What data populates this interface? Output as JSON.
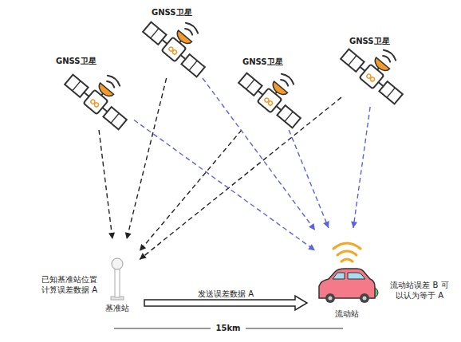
{
  "diagram": {
    "nodes": [
      {
        "text": [
          "GNSS卫星"
        ]
      },
      {
        "text": [
          "GNSS卫星"
        ]
      },
      {
        "text": [
          "GNSS卫星"
        ]
      },
      {
        "text": [
          "GNSS卫星"
        ]
      },
      {
        "text": [
          "基准站"
        ]
      },
      {
        "text": [
          "流动站"
        ]
      }
    ],
    "edges": [
      {
        "from": 0,
        "to": 4,
        "arrow": "to"
      },
      {
        "from": 1,
        "to": 4,
        "arrow": "to"
      },
      {
        "from": 2,
        "to": 4,
        "arrow": "to"
      },
      {
        "from": 3,
        "to": 4,
        "arrow": "to"
      },
      {
        "from": 0,
        "to": 5,
        "arrow": "to"
      },
      {
        "from": 1,
        "to": 5,
        "arrow": "to"
      },
      {
        "from": 2,
        "to": 5,
        "arrow": "to"
      },
      {
        "from": 3,
        "to": 5,
        "arrow": "to"
      },
      {
        "from": 4,
        "to": 5,
        "label": "发送误差数据 A",
        "arrow": "to"
      }
    ],
    "labels": [
      "已知基准站位置 计算误差数据 A",
      "流动站误差 B 可 以认为等于 A",
      "15km"
    ]
  }
}
